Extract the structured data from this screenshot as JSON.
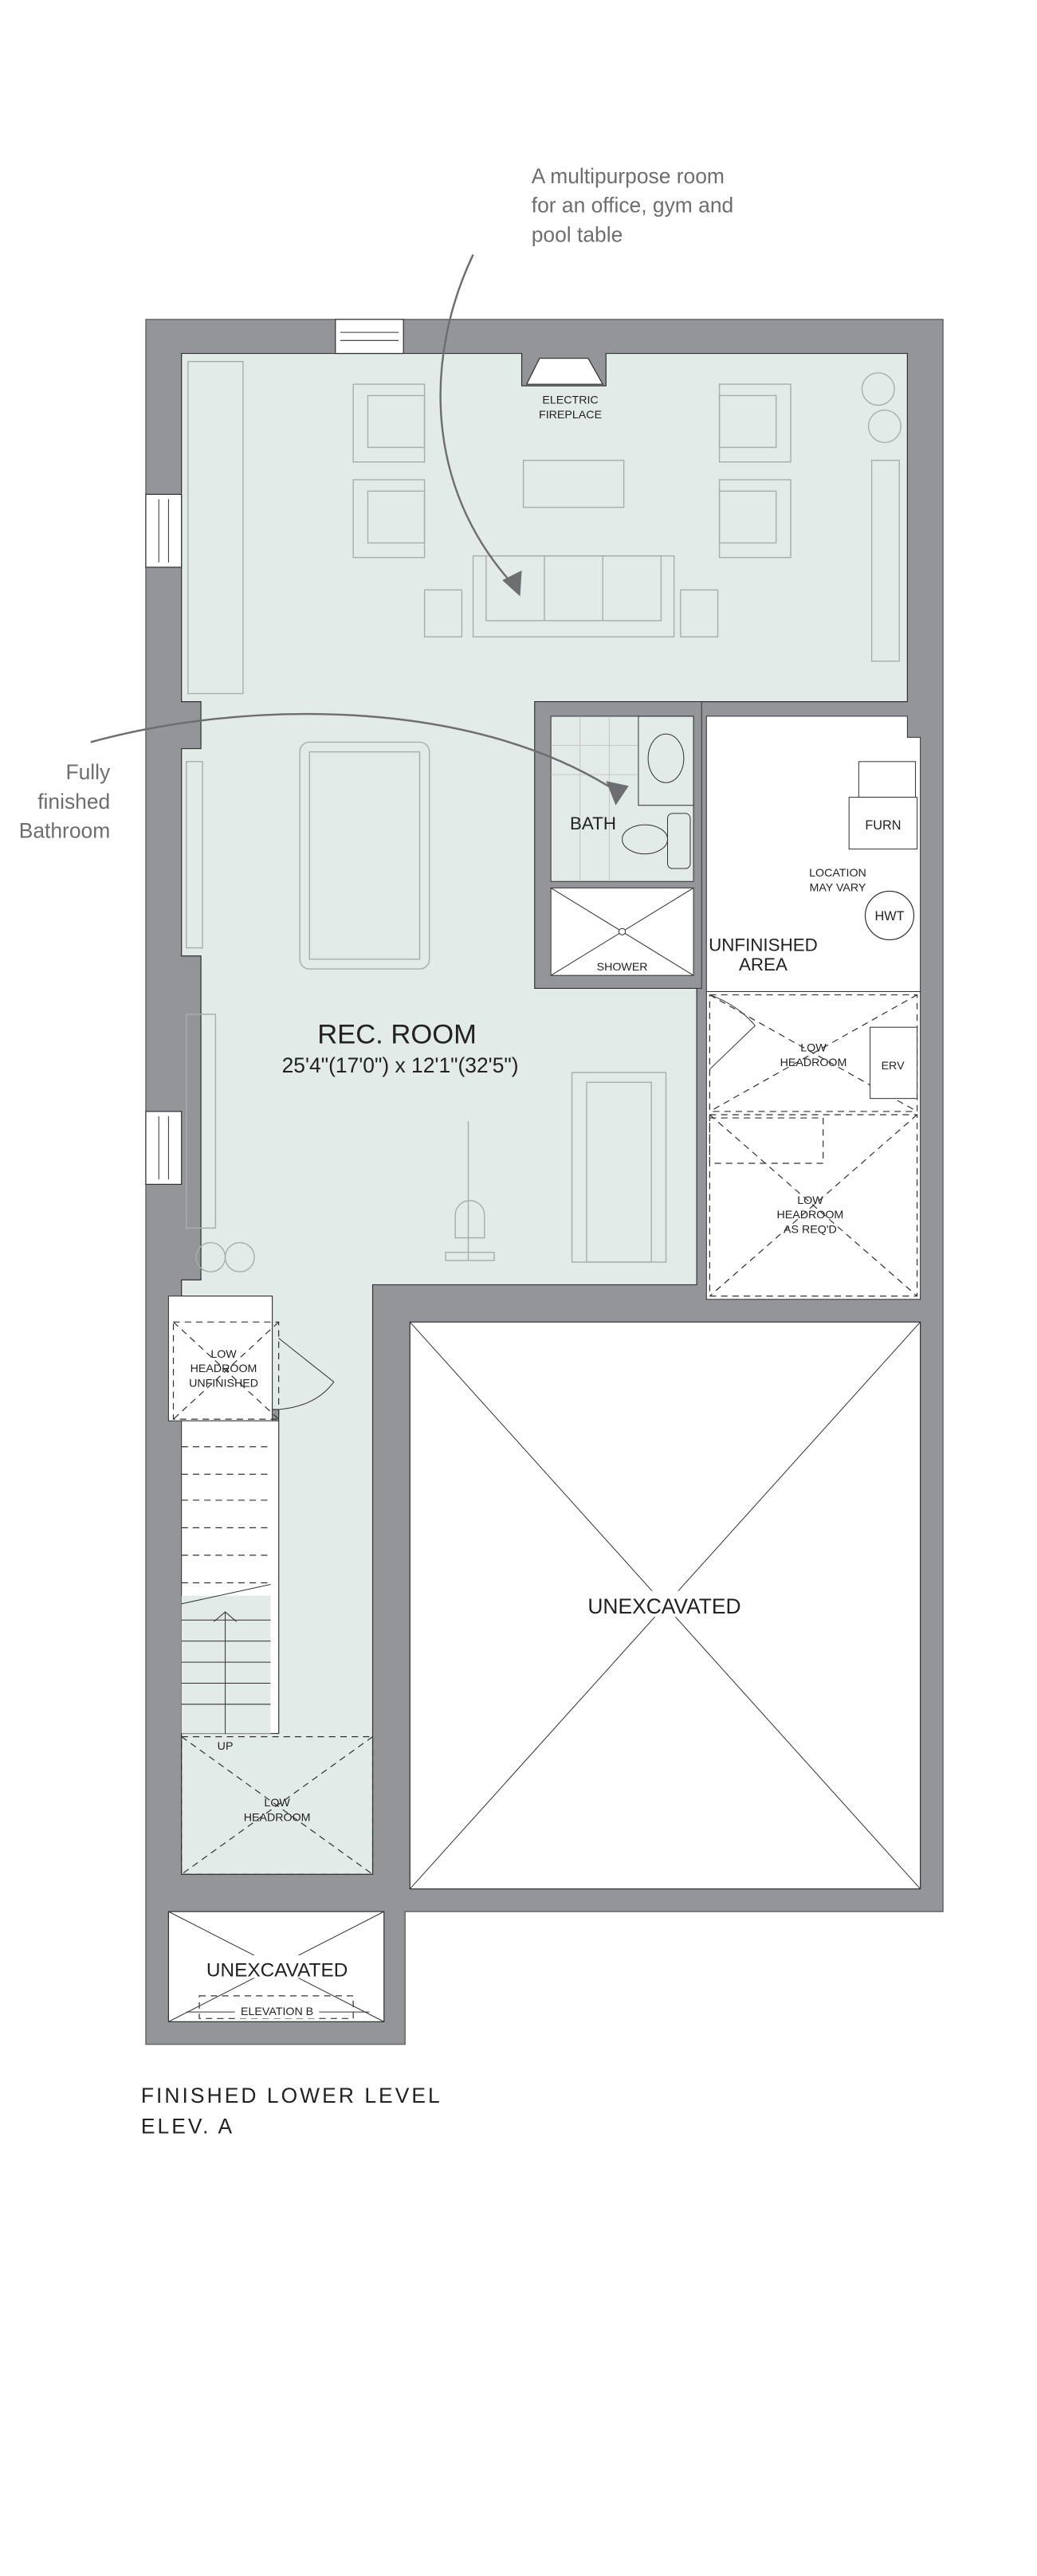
{
  "annotations": {
    "multipurpose": [
      "A multipurpose room",
      "for an office, gym and",
      "pool table"
    ],
    "bathroom": [
      "Fully",
      "finished",
      "Bathroom"
    ]
  },
  "rooms": {
    "fireplace": [
      "ELECTRIC",
      "FIREPLACE"
    ],
    "bath": "BATH",
    "shower": "SHOWER",
    "furnace": "FURN",
    "location_note": [
      "LOCATION",
      "MAY VARY"
    ],
    "hwt": "HWT",
    "unfinished": [
      "UNFINISHED",
      "AREA"
    ],
    "low_headroom_right": [
      "LOW",
      "HEADROOM"
    ],
    "erv": "ERV",
    "low_headroom_asreq": [
      "LOW",
      "HEADROOM",
      "AS REQ'D"
    ],
    "rec_room": "REC. ROOM",
    "rec_room_dims": "25'4\"(17'0\") x 12'1\"(32'5\")",
    "low_headroom_unfinished": [
      "LOW",
      "HEADROOM",
      "UNFINISHED"
    ],
    "up": "UP",
    "low_headroom_bottom": [
      "LOW",
      "HEADROOM"
    ],
    "unexcavated_main": "UNEXCAVATED",
    "unexcavated_small": "UNEXCAVATED",
    "elevation_b": "ELEVATION B"
  },
  "caption": [
    "FINISHED LOWER LEVEL",
    "ELEV. A"
  ],
  "colors": {
    "wall": "#939598",
    "finished": "#e3ebe8",
    "unfinished": "#ffffff",
    "arrow": "#6d6e70"
  }
}
